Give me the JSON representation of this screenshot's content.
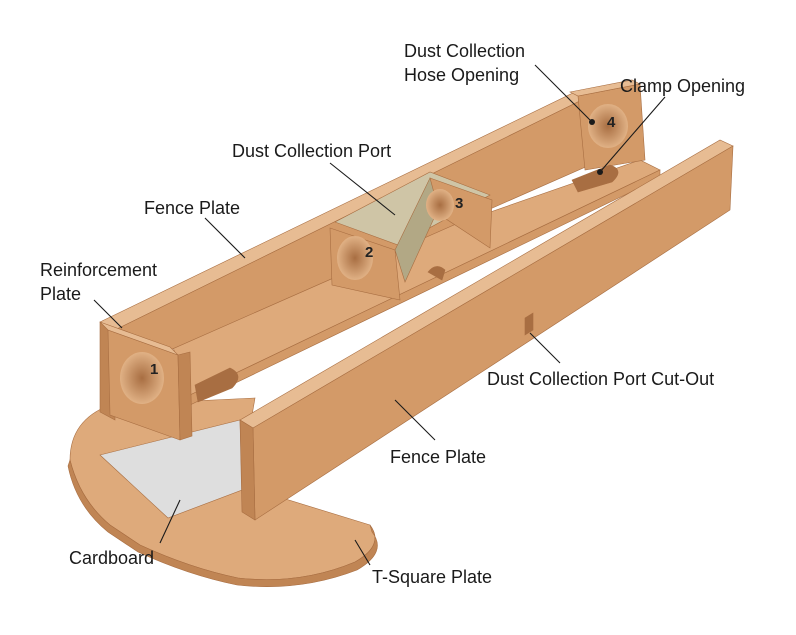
{
  "colors": {
    "mdf_top": "#deaa7b",
    "mdf_face": "#d39a68",
    "mdf_side": "#c08554",
    "mdf_dark": "#a86e42",
    "mdf_edge": "#e7bc93",
    "port": "#cfc5a6",
    "port_dark": "#b2a885",
    "cardboard": "#dedede"
  },
  "labels": {
    "dust_hose_line1": "Dust Collection",
    "dust_hose_line2": "Hose Opening",
    "clamp_opening": "Clamp Opening",
    "dust_port": "Dust Collection Port",
    "fence_plate_back": "Fence Plate",
    "reinforcement_line1": "Reinforcement",
    "reinforcement_line2": "Plate",
    "port_cutout": "Dust Collection Port Cut-Out",
    "fence_plate_front": "Fence Plate",
    "cardboard": "Cardboard",
    "t_square": "T-Square Plate"
  },
  "part_numbers": [
    "1",
    "2",
    "3",
    "4"
  ]
}
